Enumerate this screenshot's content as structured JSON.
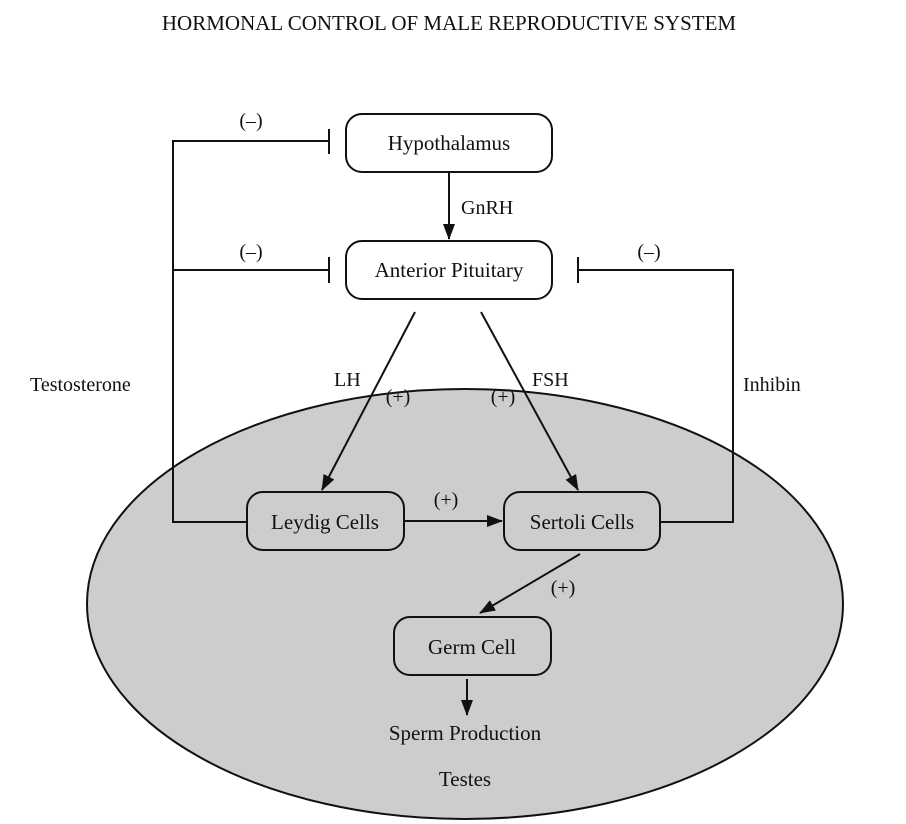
{
  "title": "HORMONAL CONTROL OF MALE REPRODUCTIVE SYSTEM",
  "nodes": {
    "hypothalamus": "Hypothalamus",
    "anterior_pituitary": "Anterior Pituitary",
    "leydig_cells": "Leydig Cells",
    "sertoli_cells": "Sertoli Cells",
    "germ_cell": "Germ Cell"
  },
  "labels": {
    "gnrh": "GnRH",
    "lh": "LH",
    "fsh": "FSH",
    "testosterone": "Testosterone",
    "inhibin": "Inhibin",
    "sperm_production": "Sperm Production",
    "testes": "Testes",
    "neg_hypothalamus": "(–)",
    "neg_pituitary_left": "(–)",
    "neg_pituitary_right": "(–)",
    "pos_lh": "(+)",
    "pos_fsh": "(+)",
    "pos_leydig_sertoli": "(+)",
    "pos_sertoli_germ": "(+)"
  },
  "colors": {
    "testes_fill": "#cdcdcd",
    "stroke": "#111111"
  }
}
